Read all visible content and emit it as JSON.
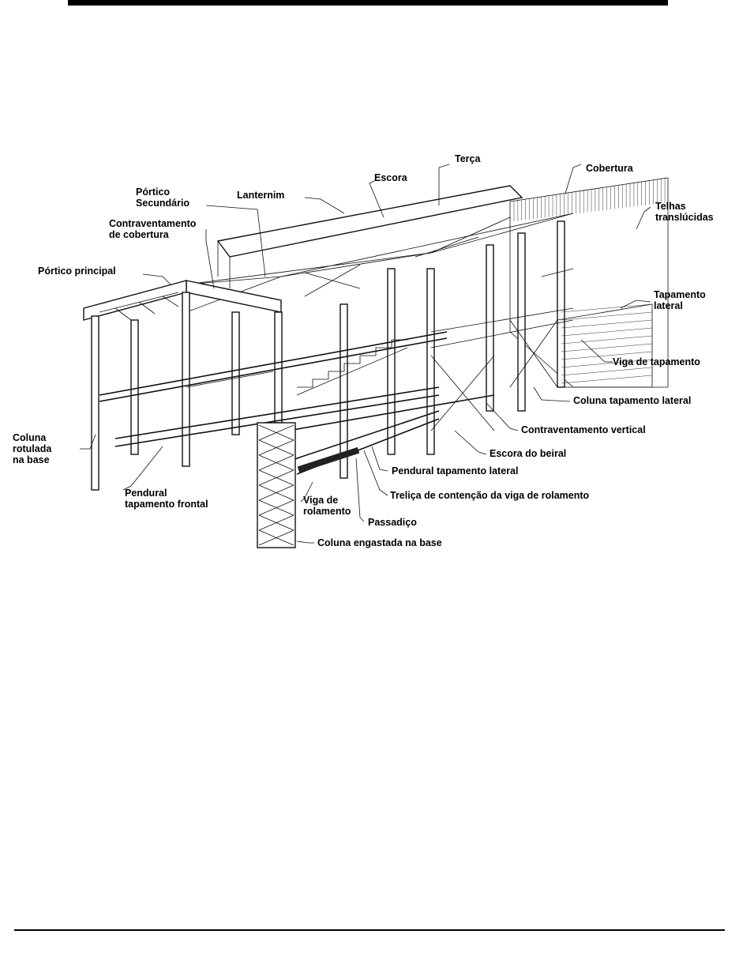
{
  "figure": {
    "labels": {
      "terca": "Terça",
      "cobertura": "Cobertura",
      "escora": "Escora",
      "lanternim": "Lanternim",
      "portico_secundario": "Pórtico\nSecundário",
      "telhas_translucidas": "Telhas\ntranslúcidas",
      "contraventamento_cobertura": "Contraventamento\nde cobertura",
      "portico_principal": "Pórtico principal",
      "tapamento_lateral": "Tapamento\nlateral",
      "viga_tapamento": "Viga de tapamento",
      "coluna_tapamento_lateral": "Coluna tapamento lateral",
      "contraventamento_vertical": "Contraventamento vertical",
      "coluna_rotulada": "Coluna\nrotulada\nna base",
      "escora_beiral": "Escora do beiral",
      "pendural_tapamento_lateral": "Pendural tapamento lateral",
      "pendural_tapamento_frontal": "Pendural\ntapamento frontal",
      "trelica_contencao": "Treliça de contenção da viga de rolamento",
      "viga_rolamento": "Viga de\nrolamento",
      "passadico": "Passadiço",
      "coluna_engastada": "Coluna engastada na base"
    }
  }
}
